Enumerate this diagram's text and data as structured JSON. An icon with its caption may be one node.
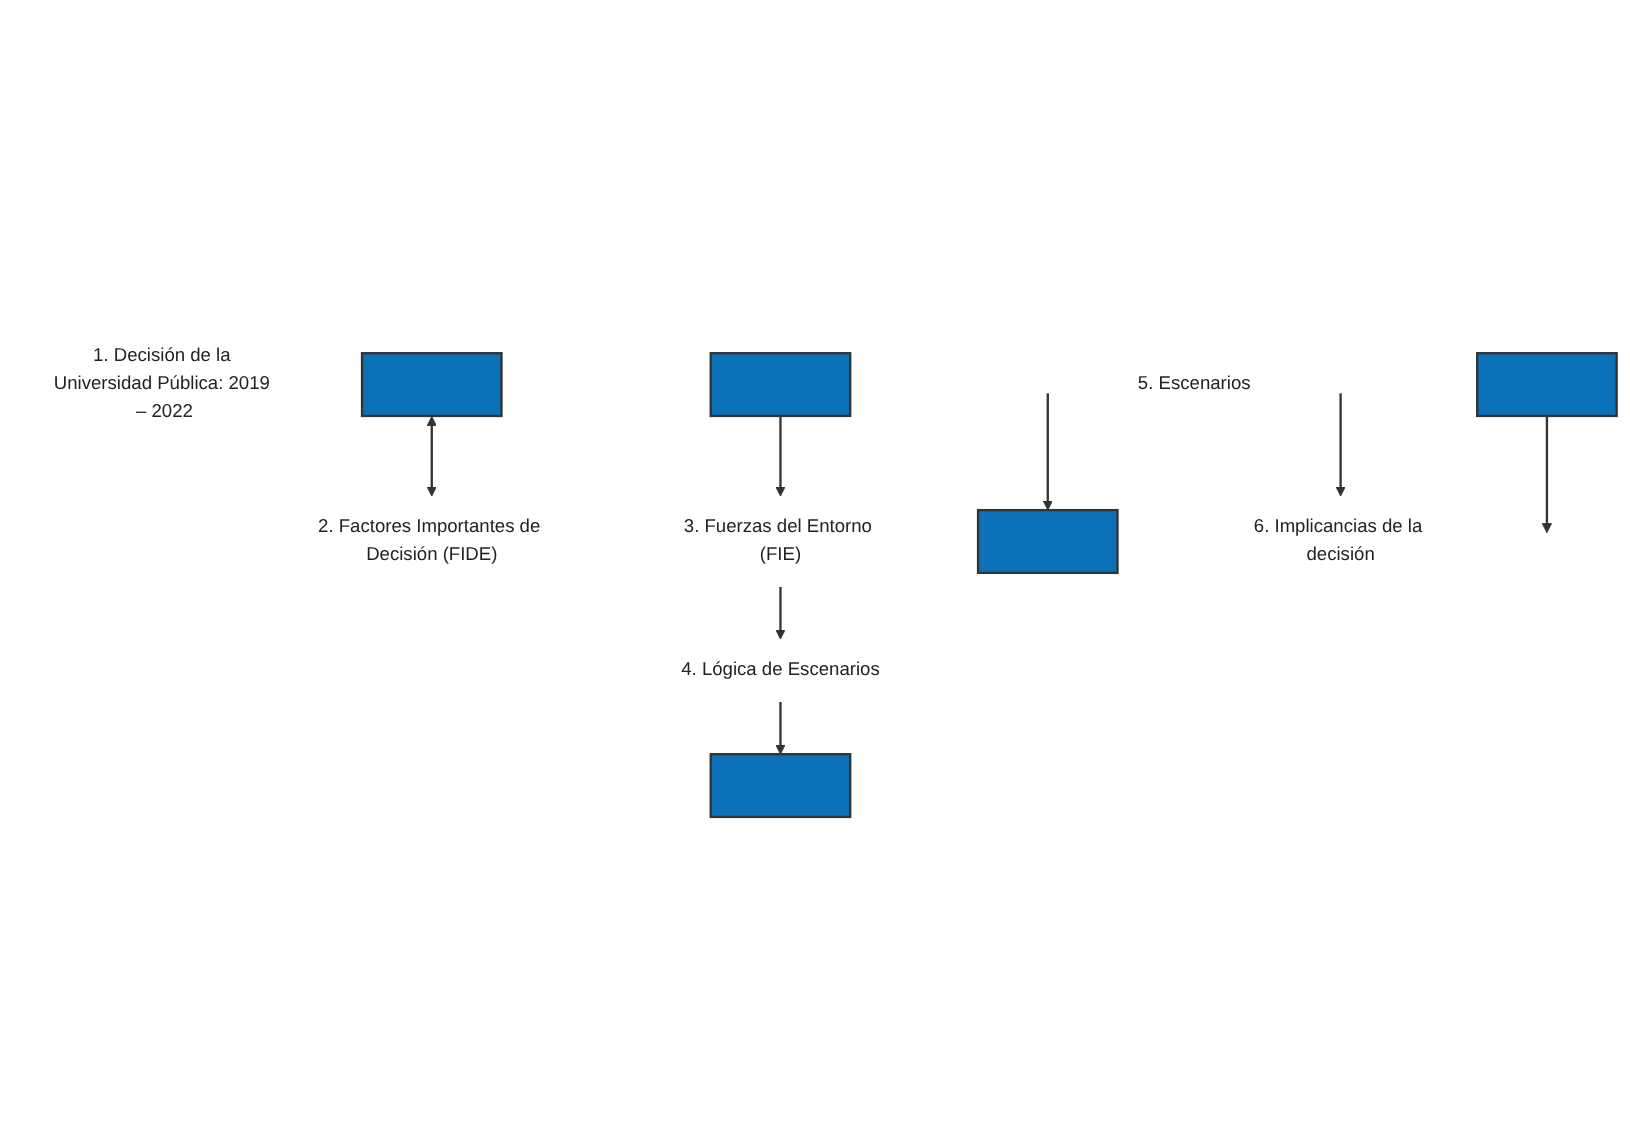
{
  "diagram": {
    "nodes": [
      {
        "text": [
          "1. Decisión de la Universidad Pública: 2019 – 2022"
        ]
      },
      {
        "text": [],
        "shape": "box"
      },
      {
        "text": [
          "2. Factores Importantes de Decisión (FIDE)"
        ]
      },
      {
        "text": [],
        "shape": "box"
      },
      {
        "text": [
          "3. Fuerzas del Entorno (FIE)"
        ]
      },
      {
        "text": [
          "4. Lógica de Escenarios"
        ]
      },
      {
        "text": [],
        "shape": "box"
      },
      {
        "text": [
          "6. Implicancias de la decisión"
        ]
      },
      {
        "text": [],
        "shape": "box"
      },
      {
        "text": [],
        "shape": "box"
      },
      {
        "text": [
          "5. Escenarios"
        ]
      }
    ],
    "edges": [
      {
        "from": 1,
        "to": 2,
        "arrow": "both"
      },
      {
        "from": 3,
        "to": 4,
        "arrow": "to"
      },
      {
        "from": 4,
        "to": 5,
        "arrow": "to"
      },
      {
        "from": null,
        "to": 6,
        "arrow": "to"
      },
      {
        "from": 5,
        "to": 9,
        "arrow": "to"
      },
      {
        "from": 8,
        "to": null,
        "arrow": "to"
      },
      {
        "from": null,
        "to": 7,
        "arrow": "to"
      }
    ]
  }
}
